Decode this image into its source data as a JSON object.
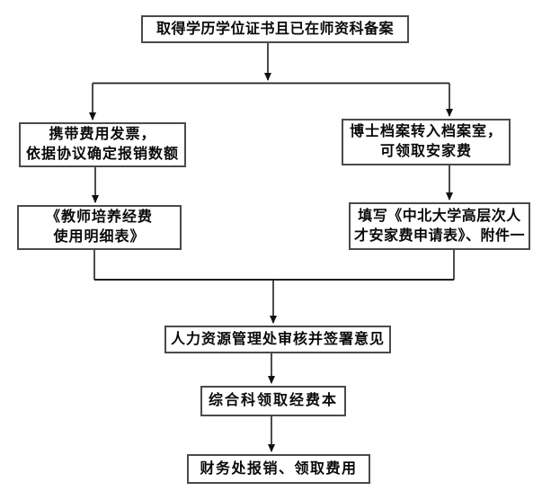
{
  "diagram": {
    "type": "flowchart",
    "colors": {
      "background": "#ffffff",
      "box_border": "#4a4a4a",
      "box_fill": "#ffffff",
      "connector": "#1f1f1f",
      "text": "#0a0a0a"
    },
    "nodes": {
      "start": {
        "label": "取得学历学位证书且已在师资科备案"
      },
      "invoice": {
        "lines": [
          "携带费用发票，",
          "依据协议确定报销数额"
        ]
      },
      "archive": {
        "lines": [
          "博士档案转入档案室，",
          "可领取安家费"
        ]
      },
      "fund_table": {
        "lines": [
          "《教师培养经费",
          "使用明细表》"
        ]
      },
      "application": {
        "lines": [
          "填写《中北大学高层次人",
          "才安家费申请表》、附件一"
        ]
      },
      "hr_review": {
        "label": "人力资源管理处审核并签署意见"
      },
      "fund_book": {
        "label": "综合科领取经费本"
      },
      "finance": {
        "label": "财务处报销、领取费用"
      }
    }
  }
}
